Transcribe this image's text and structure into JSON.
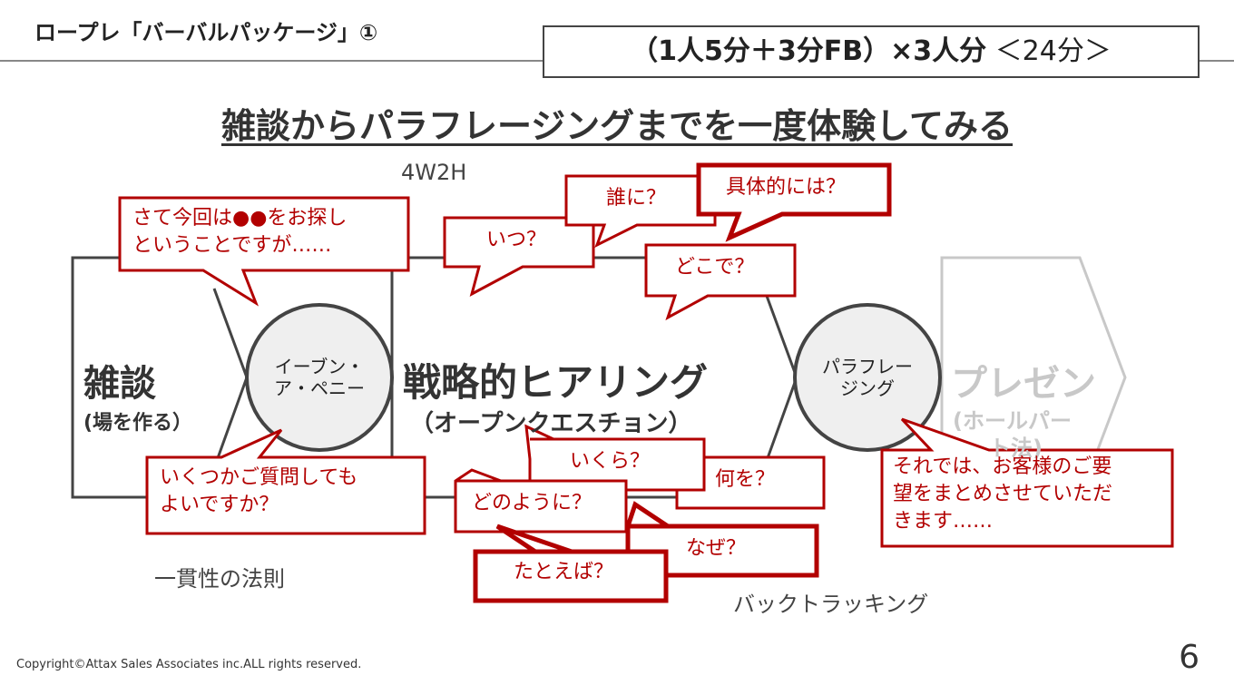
{
  "header": {
    "title": "ロープレ「バーバルパッケージ」①",
    "time_bold": "（1人5分＋3分FB）×3人分",
    "time_normal": "＜24分＞"
  },
  "headline": "雑談からパラフレージングまでを一度体験してみる",
  "labels": {
    "w2h": "4W2H",
    "consistency": "一貫性の法則",
    "backtracking": "バックトラッキング"
  },
  "stages": {
    "chat_title": "雑談",
    "chat_sub": "(場を作る）",
    "hearing_title": "戦略的ヒアリング",
    "hearing_sub": "（オープンクエスチョン）",
    "presen_title": "プレゼン",
    "presen_sub": "(ホールパー",
    "presen_sub2": "ト法)"
  },
  "circles": {
    "even_line1": "イーブン・",
    "even_line2": "ア・ペニー",
    "para_line1": "パラフレー",
    "para_line2": "ジング"
  },
  "bubbles": {
    "intro_line1": "さて今回は●●をお探し",
    "intro_line2": "ということですが……",
    "when": "いつ？",
    "who": "誰に？",
    "concrete": "具体的には？",
    "where": "どこで？",
    "howmuch": "いくら？",
    "what": "何を？",
    "how": "どのように？",
    "why": "なぜ？",
    "example": "たとえば？",
    "question_line1": "いくつかご質問しても",
    "question_line2": "よいですか？",
    "summary_line1": "それでは、お客様のご要",
    "summary_line2": "望をまとめさせていただ",
    "summary_line3": "きます……"
  },
  "colors": {
    "accent": "#b20000",
    "line": "#444444",
    "faded": "#c8c8c8"
  },
  "footer": {
    "copyright": "Copyright©Attax Sales Associates inc.ALL rights reserved.",
    "page": "6"
  }
}
